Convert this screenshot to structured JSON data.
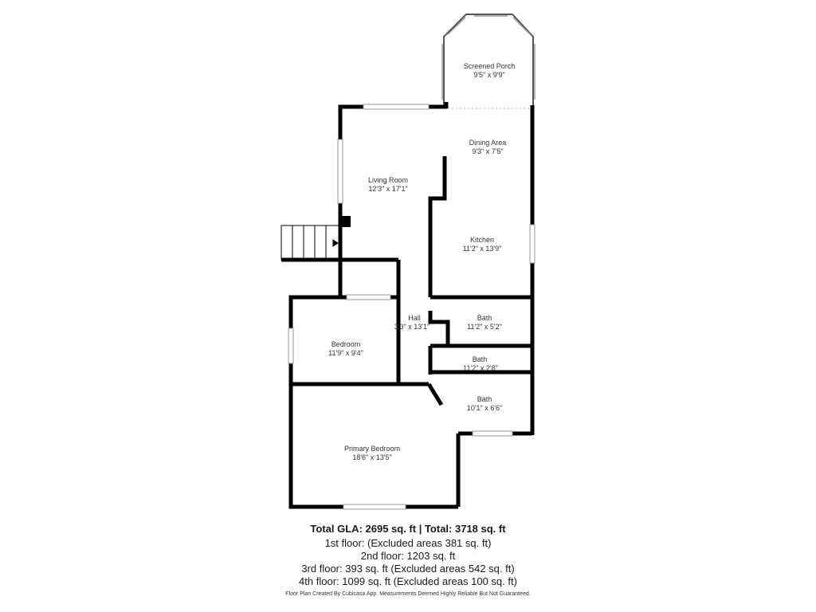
{
  "rooms": {
    "screened_porch": {
      "name": "Screened Porch",
      "dims": "9'5\" x 9'9\""
    },
    "dining_area": {
      "name": "Dining Area",
      "dims": "9'3\" x 7'5\""
    },
    "living_room": {
      "name": "Living Room",
      "dims": "12'3\" x 17'1\""
    },
    "kitchen": {
      "name": "Kitchen",
      "dims": "11'2\" x 13'9\""
    },
    "hall": {
      "name": "Hall",
      "dims": "3'3\" x 13'1\""
    },
    "bath_1": {
      "name": "Bath",
      "dims": "11'2\" x 5'2\""
    },
    "bedroom": {
      "name": "Bedroom",
      "dims": "11'9\" x 9'4\""
    },
    "bath_2": {
      "name": "Bath",
      "dims": "11'2\" x 2'8\""
    },
    "bath_3": {
      "name": "Bath",
      "dims": "10'1\" x 6'6\""
    },
    "primary_bedroom": {
      "name": "Primary Bedroom",
      "dims": "18'6\" x 13'5\""
    }
  },
  "summary": {
    "total": "Total GLA: 2695 sq. ft | Total: 3718 sq. ft",
    "floors": [
      "1st floor: (Excluded areas 381 sq. ft)",
      "2nd floor: 1203 sq. ft",
      "3rd floor: 393 sq. ft (Excluded areas 542 sq. ft)",
      "4th floor: 1099 sq. ft (Excluded areas 100 sq. ft)"
    ],
    "disclaimer": "Floor Plan Created By Cubicasa App. Measurements Deemed Highly Reliable But Not Guaranteed."
  },
  "colors": {
    "wall": "#000000",
    "window": "#9a9a9a"
  }
}
